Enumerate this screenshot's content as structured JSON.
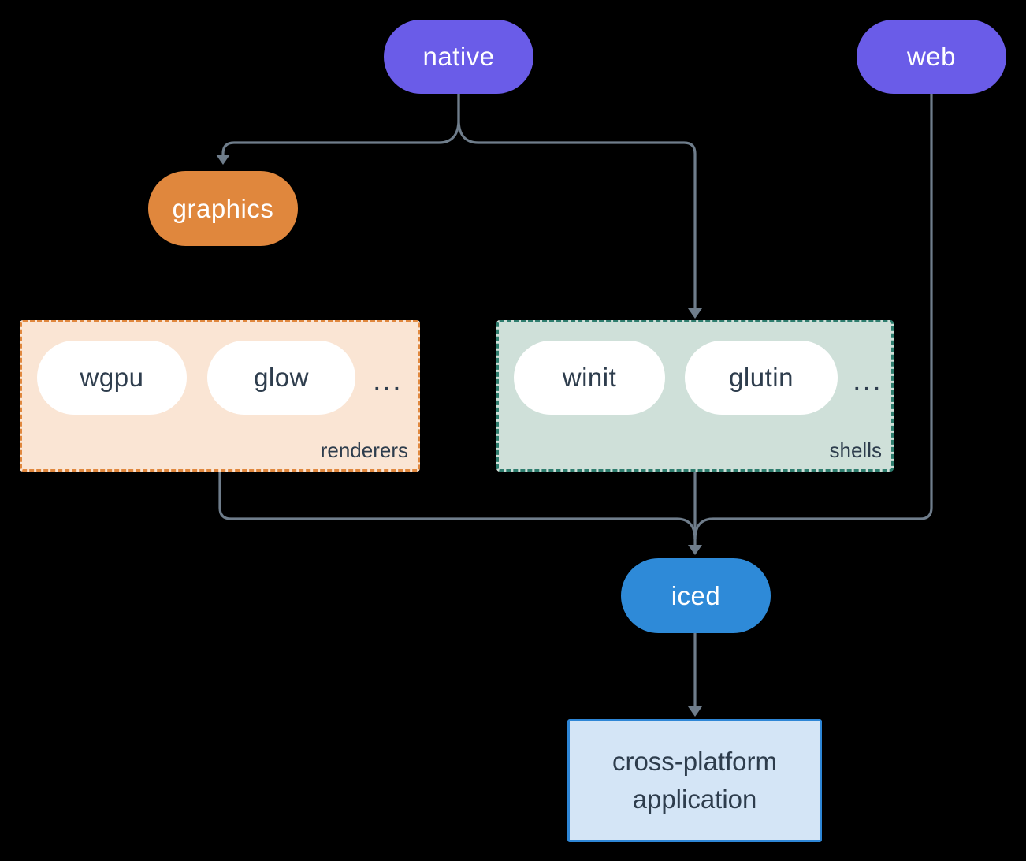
{
  "colors": {
    "bg": "#000000",
    "purple": "#6A5CE8",
    "orange": "#E0873D",
    "blue": "#2E8AD8",
    "white": "#FFFFFF",
    "dark": "#2E3D4D",
    "line": "#6F7D8B",
    "renderers_bg": "#FAE5D4",
    "shells_bg": "#CFE0D9",
    "shells_border": "#2E7D6E",
    "app_bg": "#D4E5F6",
    "app_border": "#2E86D6"
  },
  "nodes": {
    "native": {
      "label": "native"
    },
    "web": {
      "label": "web"
    },
    "graphics": {
      "label": "graphics"
    },
    "iced": {
      "label": "iced"
    },
    "app": {
      "label": "cross-platform application"
    }
  },
  "groups": {
    "renderers": {
      "label": "renderers",
      "items": [
        "wgpu",
        "glow"
      ],
      "ellipsis": "..."
    },
    "shells": {
      "label": "shells",
      "items": [
        "winit",
        "glutin"
      ],
      "ellipsis": "..."
    }
  }
}
